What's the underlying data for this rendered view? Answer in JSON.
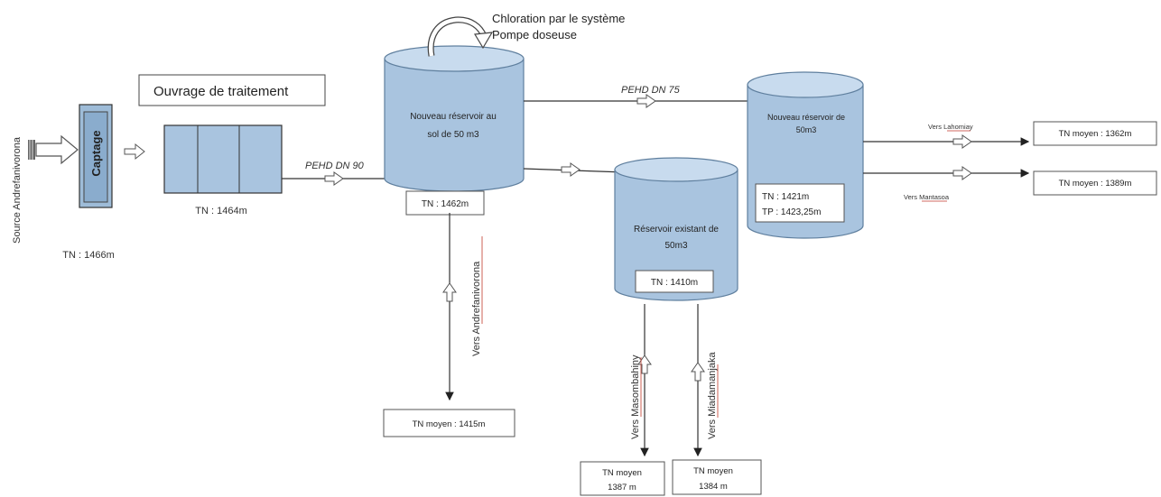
{
  "source_label": "Source Andrefanivorona",
  "captage_label": "Captage",
  "captage_tn": "TN : 1466m",
  "treatment_title": "Ouvrage de traitement",
  "treatment_tn": "TN : 1464m",
  "chloration_line1": "Chloration par le système",
  "chloration_line2": "Pompe doseuse",
  "pipe_dn90": "PEHD DN 90",
  "pipe_dn75": "PEHD DN 75",
  "tank1_line1": "Nouveau réservoir au",
  "tank1_line2": "sol de 50 m3",
  "tank1_tn": "TN : 1462m",
  "tank2_line1": "Réservoir existant de",
  "tank2_line2": "50m3",
  "tank2_tn": "TN : 1410m",
  "tank3_line1": "Nouveau réservoir de",
  "tank3_line2": "50m3",
  "tank3_tn": "TN : 1421m",
  "tank3_tp": "TP : 1423,25m",
  "vers_andrefanivorona": "Vers Andrefanivorona",
  "tn_andrefanivorona": "TN moyen : 1415m",
  "vers_masombahiny": "Vers Masombahiny",
  "tn_masombahiny_1": "TN moyen",
  "tn_masombahiny_2": "1387 m",
  "vers_miadamanjaka": "Vers Miadamanjaka",
  "tn_miadamanjaka_1": "TN moyen",
  "tn_miadamanjaka_2": "1384 m",
  "vers_lahomiay": "Vers Lahomiay",
  "tn_lahomiay": "TN moyen : 1362m",
  "vers_mantasoa": "Vers Mantasoa",
  "tn_mantasoa": "TN moyen : 1389m",
  "colors": {
    "tank_fill": "#a9c4df",
    "tank_top": "#c8dbee",
    "tank_stroke": "#5f7f9e",
    "captage_fill": "#9ebcd8",
    "line": "#333333",
    "underline_red": "#c0392b"
  }
}
